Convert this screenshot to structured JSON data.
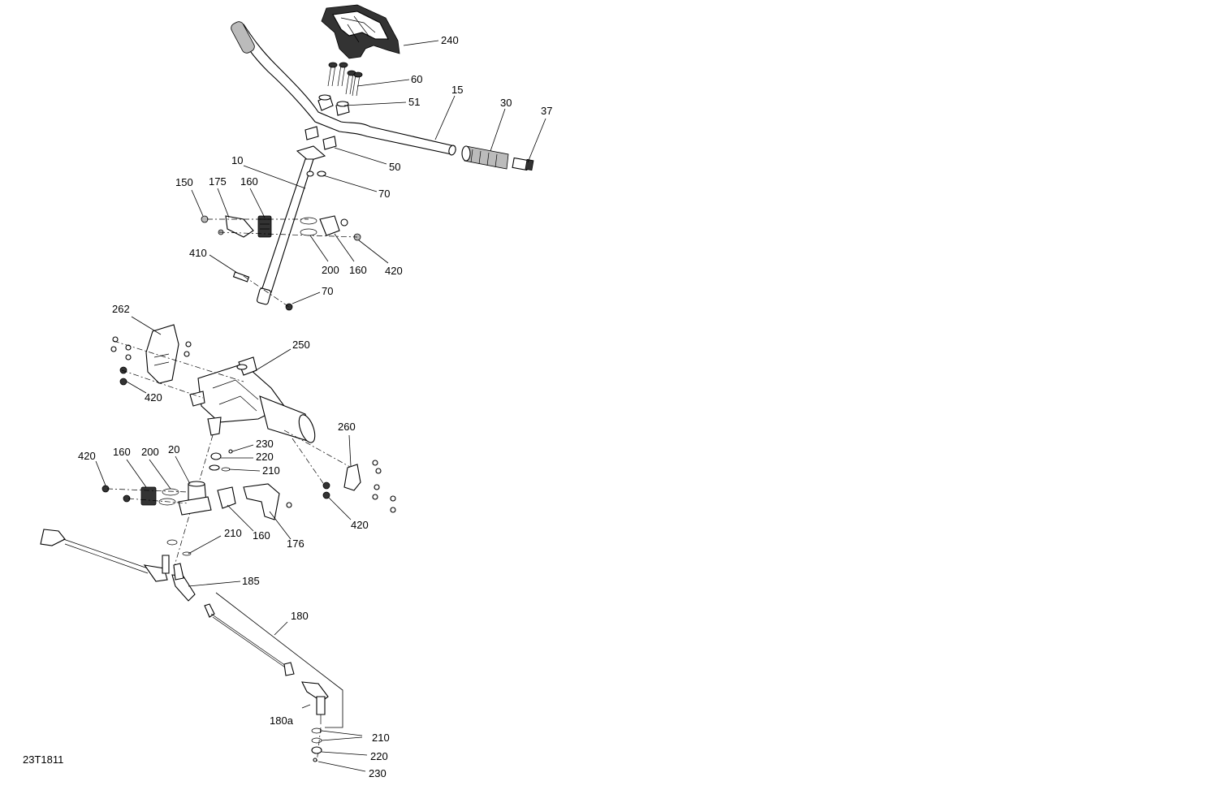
{
  "diagram_id": "23T1811",
  "callouts": [
    {
      "id": "c240",
      "text": "240"
    },
    {
      "id": "c60",
      "text": "60"
    },
    {
      "id": "c15",
      "text": "15"
    },
    {
      "id": "c51",
      "text": "51"
    },
    {
      "id": "c30",
      "text": "30"
    },
    {
      "id": "c37",
      "text": "37"
    },
    {
      "id": "c50",
      "text": "50"
    },
    {
      "id": "c10",
      "text": "10"
    },
    {
      "id": "c70a",
      "text": "70"
    },
    {
      "id": "c150",
      "text": "150"
    },
    {
      "id": "c175",
      "text": "175"
    },
    {
      "id": "c160a",
      "text": "160"
    },
    {
      "id": "c410",
      "text": "410"
    },
    {
      "id": "c200a",
      "text": "200"
    },
    {
      "id": "c160b",
      "text": "160"
    },
    {
      "id": "c420a",
      "text": "420"
    },
    {
      "id": "c70b",
      "text": "70"
    },
    {
      "id": "c262",
      "text": "262"
    },
    {
      "id": "c250",
      "text": "250"
    },
    {
      "id": "c420b",
      "text": "420"
    },
    {
      "id": "c260",
      "text": "260"
    },
    {
      "id": "c230a",
      "text": "230"
    },
    {
      "id": "c220a",
      "text": "220"
    },
    {
      "id": "c210a",
      "text": "210"
    },
    {
      "id": "c420c",
      "text": "420"
    },
    {
      "id": "c160c",
      "text": "160"
    },
    {
      "id": "c200b",
      "text": "200"
    },
    {
      "id": "c20",
      "text": "20"
    },
    {
      "id": "c420d",
      "text": "420"
    },
    {
      "id": "c210b",
      "text": "210"
    },
    {
      "id": "c160d",
      "text": "160"
    },
    {
      "id": "c176",
      "text": "176"
    },
    {
      "id": "c185",
      "text": "185"
    },
    {
      "id": "c180",
      "text": "180"
    },
    {
      "id": "c180a",
      "text": "180a"
    },
    {
      "id": "c210c",
      "text": "210"
    },
    {
      "id": "c220b",
      "text": "220"
    },
    {
      "id": "c230b",
      "text": "230"
    }
  ]
}
